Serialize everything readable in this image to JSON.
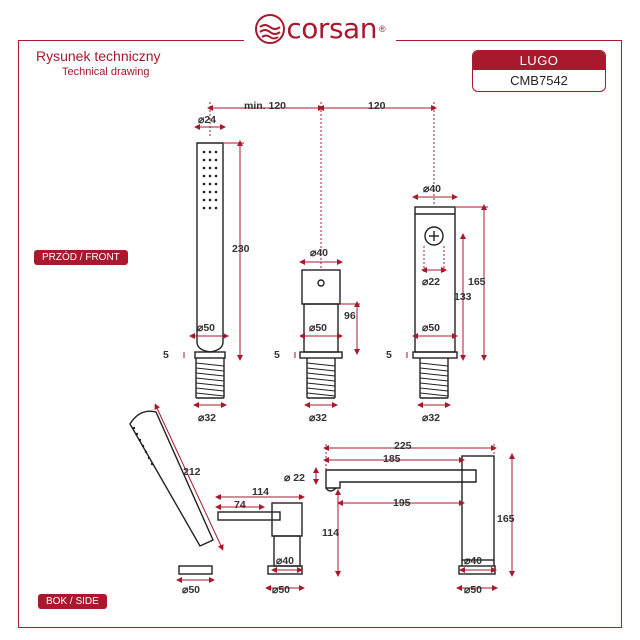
{
  "brand": {
    "name": "corsan",
    "mark": "®"
  },
  "header": {
    "title_pl": "Rysunek techniczny",
    "title_en": "Technical drawing"
  },
  "model": {
    "name": "LUGO",
    "code": "CMB7542"
  },
  "views": {
    "front": "PRZÓD / FRONT",
    "side": "BOK / SIDE"
  },
  "dims": {
    "min120": "min. 120",
    "spacing120": "120",
    "hs_d24": "⌀24",
    "hs_230": "230",
    "hs_d50": "⌀50",
    "hs_5": "5",
    "hs_d32": "⌀32",
    "dv_d40": "⌀40",
    "dv_96": "96",
    "dv_d50": "⌀50",
    "dv_5": "5",
    "dv_d32": "⌀32",
    "sp_d40": "⌀40",
    "sp_d22": "⌀22",
    "sp_133": "133",
    "sp_165": "165",
    "sp_d50": "⌀50",
    "sp_5": "5",
    "sp_d32": "⌀32",
    "side_212": "212",
    "side_d50_a": "⌀50",
    "side_114": "114",
    "side_74": "74",
    "side_d40_b": "⌀40",
    "side_d50_b": "⌀50",
    "side_225": "225",
    "side_185": "185",
    "side_d22": "⌀ 22",
    "side_195": "195",
    "side_114v": "114",
    "side_165": "165",
    "side_d40_c": "⌀40",
    "side_d50_c": "⌀50"
  },
  "colors": {
    "accent": "#a8192e",
    "line": "#222222"
  }
}
